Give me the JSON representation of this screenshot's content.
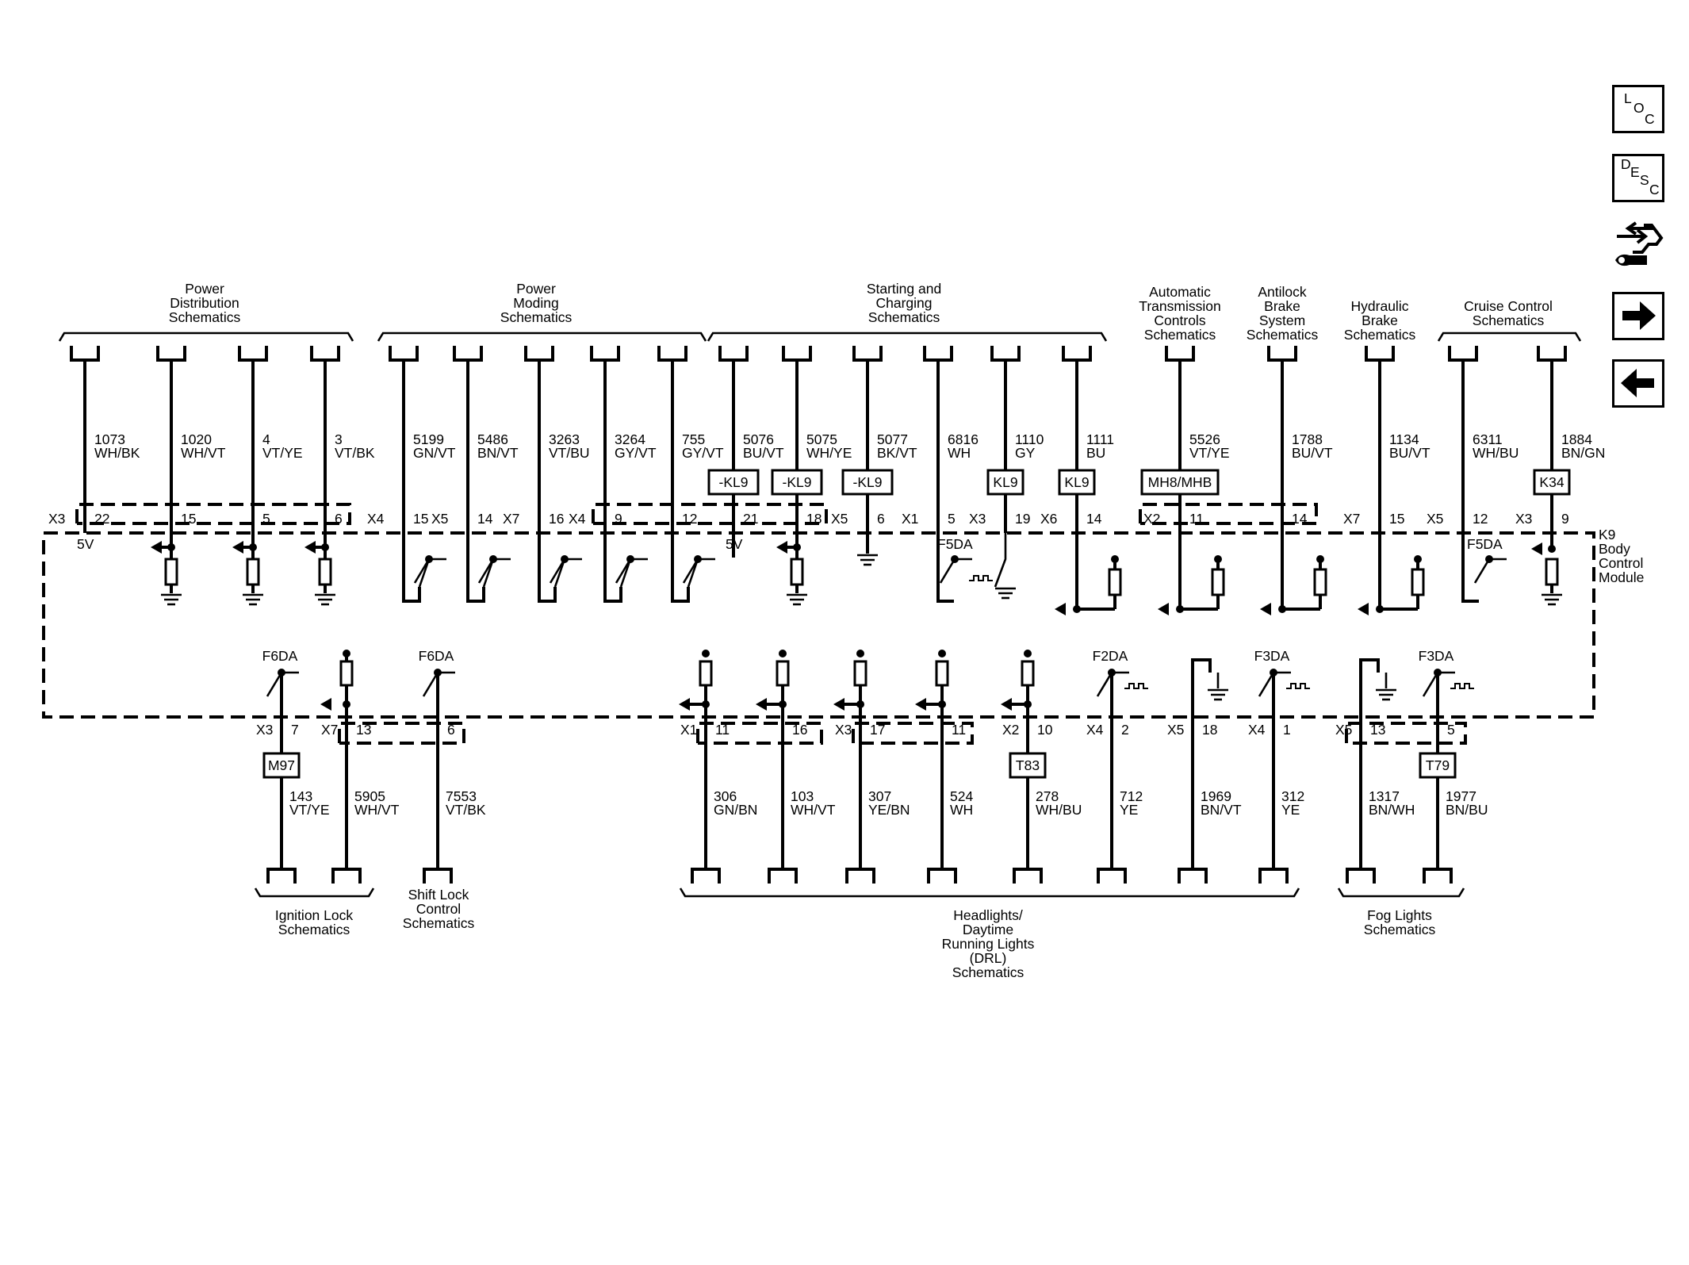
{
  "module": {
    "name": "K9",
    "lines": [
      "Body",
      "Control",
      "Module"
    ]
  },
  "toolbar": [
    {
      "id": "loc",
      "label": "LOC",
      "letters": [
        "L",
        "O",
        "C"
      ]
    },
    {
      "id": "desc",
      "label": "DESC",
      "letters": [
        "D",
        "E",
        "S",
        "C"
      ]
    },
    {
      "id": "tool",
      "icon": "connector-wrench-icon"
    },
    {
      "id": "next",
      "icon": "arrow-right-icon"
    },
    {
      "id": "prev",
      "icon": "arrow-left-icon"
    }
  ],
  "top_groups": [
    {
      "lines": [
        "Power",
        "Distribution",
        "Schematics"
      ]
    },
    {
      "lines": [
        "Power",
        "Moding",
        "Schematics"
      ]
    },
    {
      "lines": [
        "Starting and",
        "Charging",
        "Schematics"
      ]
    },
    {
      "lines": [
        "Automatic",
        "Transmission",
        "Controls",
        "Schematics"
      ]
    },
    {
      "lines": [
        "Antilock",
        "Brake",
        "System",
        "Schematics"
      ]
    },
    {
      "lines": [
        "Hydraulic",
        "Brake",
        "Schematics"
      ]
    },
    {
      "lines": [
        "Cruise Control",
        "Schematics"
      ]
    }
  ],
  "bottom_groups": [
    {
      "lines": [
        "Ignition Lock",
        "Schematics"
      ]
    },
    {
      "lines": [
        "Shift Lock",
        "Control",
        "Schematics"
      ]
    },
    {
      "lines": [
        "Headlights/",
        "Daytime",
        "Running Lights",
        "(DRL)",
        "Schematics"
      ]
    },
    {
      "lines": [
        "Fog Lights",
        "Schematics"
      ]
    }
  ],
  "top_circuits": [
    {
      "circuit": "1073",
      "color": "WH/BK",
      "conn": "X3",
      "pin": "22",
      "extra": "5V"
    },
    {
      "circuit": "1020",
      "color": "WH/VT",
      "pin": "15"
    },
    {
      "circuit": "4",
      "color": "VT/YE",
      "pin": "5"
    },
    {
      "circuit": "3",
      "color": "VT/BK",
      "pin": "6"
    },
    {
      "circuit": "5199",
      "color": "GN/VT",
      "conn": "X4",
      "pin": "15"
    },
    {
      "circuit": "5486",
      "color": "BN/VT",
      "conn": "X5",
      "pin": "14"
    },
    {
      "circuit": "3263",
      "color": "VT/BU",
      "conn": "X7",
      "pin": "16"
    },
    {
      "circuit": "3264",
      "color": "GY/VT",
      "conn": "X4",
      "pin": "9"
    },
    {
      "circuit": "755",
      "color": "GY/VT",
      "pin": "12"
    },
    {
      "circuit": "5076",
      "color": "BU/VT",
      "pin": "21",
      "tag": "-KL9",
      "extra": "5V"
    },
    {
      "circuit": "5075",
      "color": "WH/YE",
      "pin": "18",
      "tag": "-KL9"
    },
    {
      "circuit": "5077",
      "color": "BK/VT",
      "conn": "X5",
      "pin": "6",
      "tag": "-KL9"
    },
    {
      "circuit": "6816",
      "color": "WH",
      "conn": "X1",
      "pin": "5",
      "extra": "F5DA"
    },
    {
      "circuit": "1110",
      "color": "GY",
      "conn": "X3",
      "pin": "19",
      "tag": "KL9"
    },
    {
      "circuit": "1111",
      "color": "BU",
      "conn": "X6",
      "pin": "14",
      "tag": "KL9"
    },
    {
      "circuit": "5526",
      "color": "VT/YE",
      "conn": "X2",
      "pin": "11",
      "tag": "MH8/MHB"
    },
    {
      "circuit": "1788",
      "color": "BU/VT",
      "pin": "14"
    },
    {
      "circuit": "1134",
      "color": "BU/VT",
      "conn": "X7",
      "pin": "15"
    },
    {
      "circuit": "6311",
      "color": "WH/BU",
      "conn": "X5",
      "pin": "12",
      "extra": "F5DA"
    },
    {
      "circuit": "1884",
      "color": "BN/GN",
      "conn": "X3",
      "pin": "9",
      "tag": "K34"
    }
  ],
  "bottom_circuits": [
    {
      "circuit": "143",
      "color": "VT/YE",
      "conn": "X3",
      "pin": "7",
      "tag": "M97",
      "extra": "F6DA"
    },
    {
      "circuit": "5905",
      "color": "WH/VT",
      "conn": "X7",
      "pin": "13"
    },
    {
      "circuit": "7553",
      "color": "VT/BK",
      "pin": "6",
      "extra": "F6DA"
    },
    {
      "circuit": "306",
      "color": "GN/BN",
      "conn": "X1",
      "pin": "11"
    },
    {
      "circuit": "103",
      "color": "WH/VT",
      "pin": "16"
    },
    {
      "circuit": "307",
      "color": "YE/BN",
      "conn": "X3",
      "pin": "17"
    },
    {
      "circuit": "524",
      "color": "WH",
      "pin": "11"
    },
    {
      "circuit": "278",
      "color": "WH/BU",
      "conn": "X2",
      "pin": "10",
      "tag": "T83"
    },
    {
      "circuit": "712",
      "color": "YE",
      "conn": "X4",
      "pin": "2",
      "extra": "F2DA"
    },
    {
      "circuit": "1969",
      "color": "BN/VT",
      "conn": "X5",
      "pin": "18"
    },
    {
      "circuit": "312",
      "color": "YE",
      "conn": "X4",
      "pin": "1",
      "extra": "F3DA"
    },
    {
      "circuit": "1317",
      "color": "BN/WH",
      "conn": "X5",
      "pin": "13"
    },
    {
      "circuit": "1977",
      "color": "BN/BU",
      "pin": "5",
      "tag": "T79",
      "extra": "F3DA"
    }
  ]
}
